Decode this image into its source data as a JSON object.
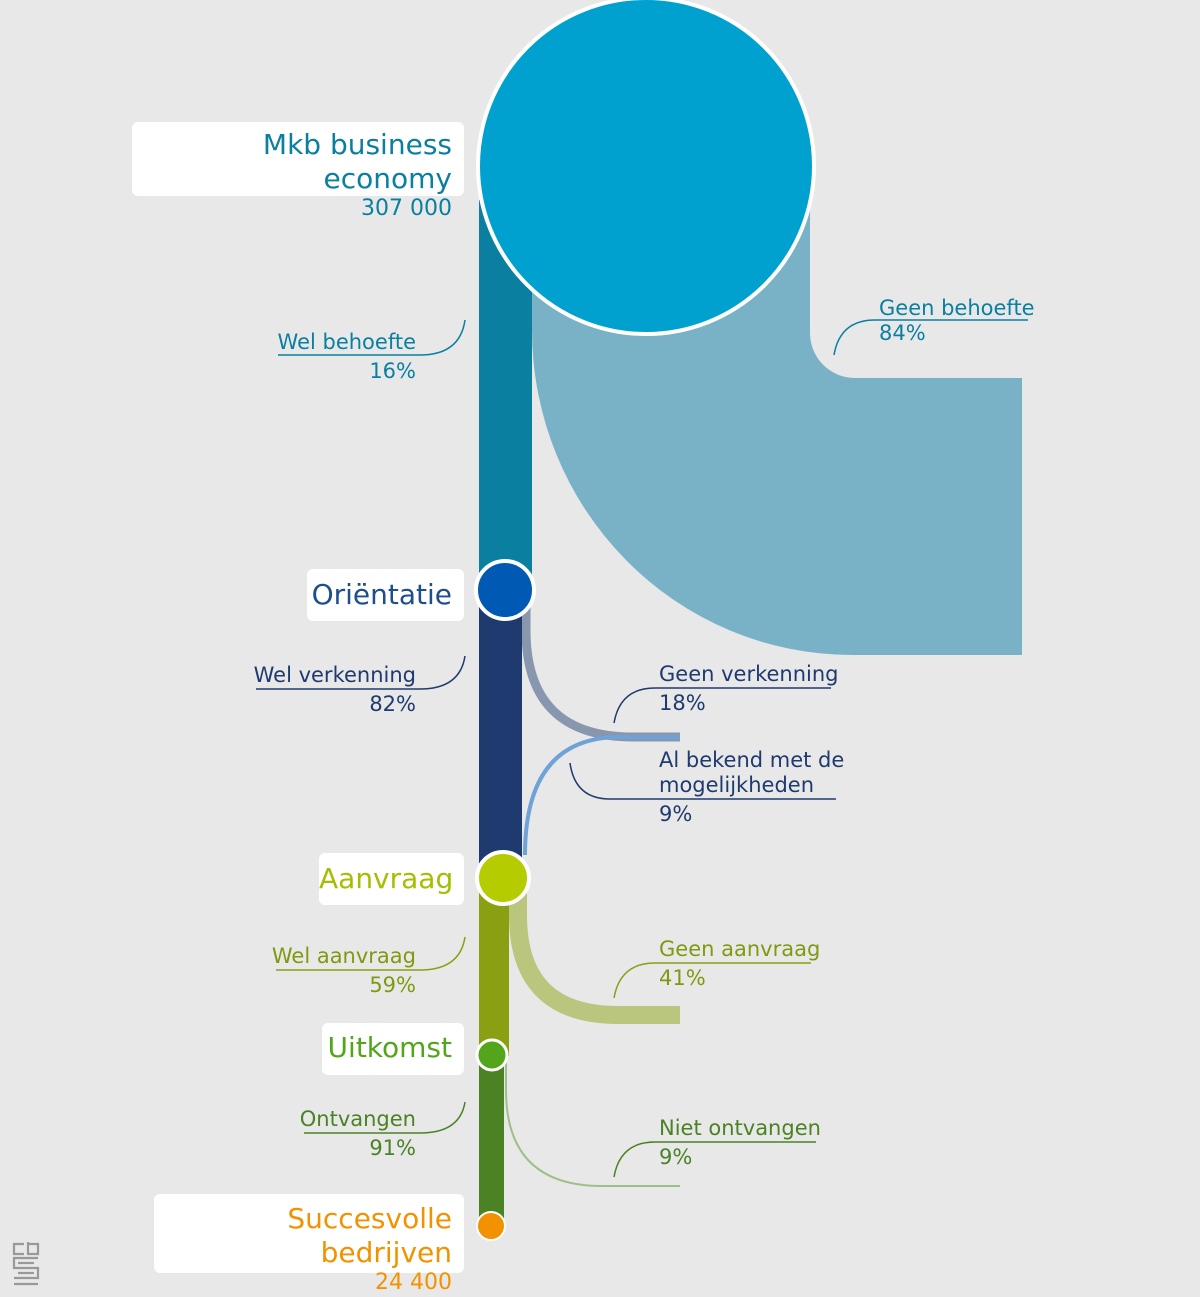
{
  "colors": {
    "background": "#e8e8e8",
    "blue": "#00a0cf",
    "teal_dark": "#0a7fa0",
    "teal_light": "#79b2c6",
    "navy": "#1f3a6e",
    "navy_node": "#0059b3",
    "grey_blue": "#8896ae",
    "light_blue": "#6fa3d8",
    "lime": "#b5cc00",
    "olive": "#8aa012",
    "olive_light": "#bac57e",
    "green_node": "#53a51c",
    "green_dark": "#4a8224",
    "green_light": "#9fbf8a",
    "orange": "#f39200"
  },
  "stages": {
    "start": {
      "title": "Mkb business economy",
      "value": "307 000"
    },
    "orientatie": {
      "title": "Oriëntatie"
    },
    "aanvraag": {
      "title": "Aanvraag"
    },
    "uitkomst": {
      "title": "Uitkomst"
    },
    "end": {
      "title": "Succesvolle bedrijven",
      "value": "24 400"
    }
  },
  "labels": {
    "wel_behoefte": {
      "text": "Wel behoefte",
      "pct": "16%"
    },
    "geen_behoefte": {
      "text": "Geen behoefte",
      "pct": "84%"
    },
    "wel_verkenning": {
      "text": "Wel verkenning",
      "pct": "82%"
    },
    "geen_verkenning": {
      "text": "Geen verkenning",
      "pct": "18%"
    },
    "al_bekend": {
      "line1": "Al bekend met de",
      "line2": "mogelijkheden",
      "pct": "9%"
    },
    "wel_aanvraag": {
      "text": "Wel aanvraag",
      "pct": "59%"
    },
    "geen_aanvraag": {
      "text": "Geen aanvraag",
      "pct": "41%"
    },
    "ontvangen": {
      "text": "Ontvangen",
      "pct": "91%"
    },
    "niet_ontvangen": {
      "text": "Niet ontvangen",
      "pct": "9%"
    }
  },
  "logo": {
    "name": "cbs-logo-icon"
  }
}
